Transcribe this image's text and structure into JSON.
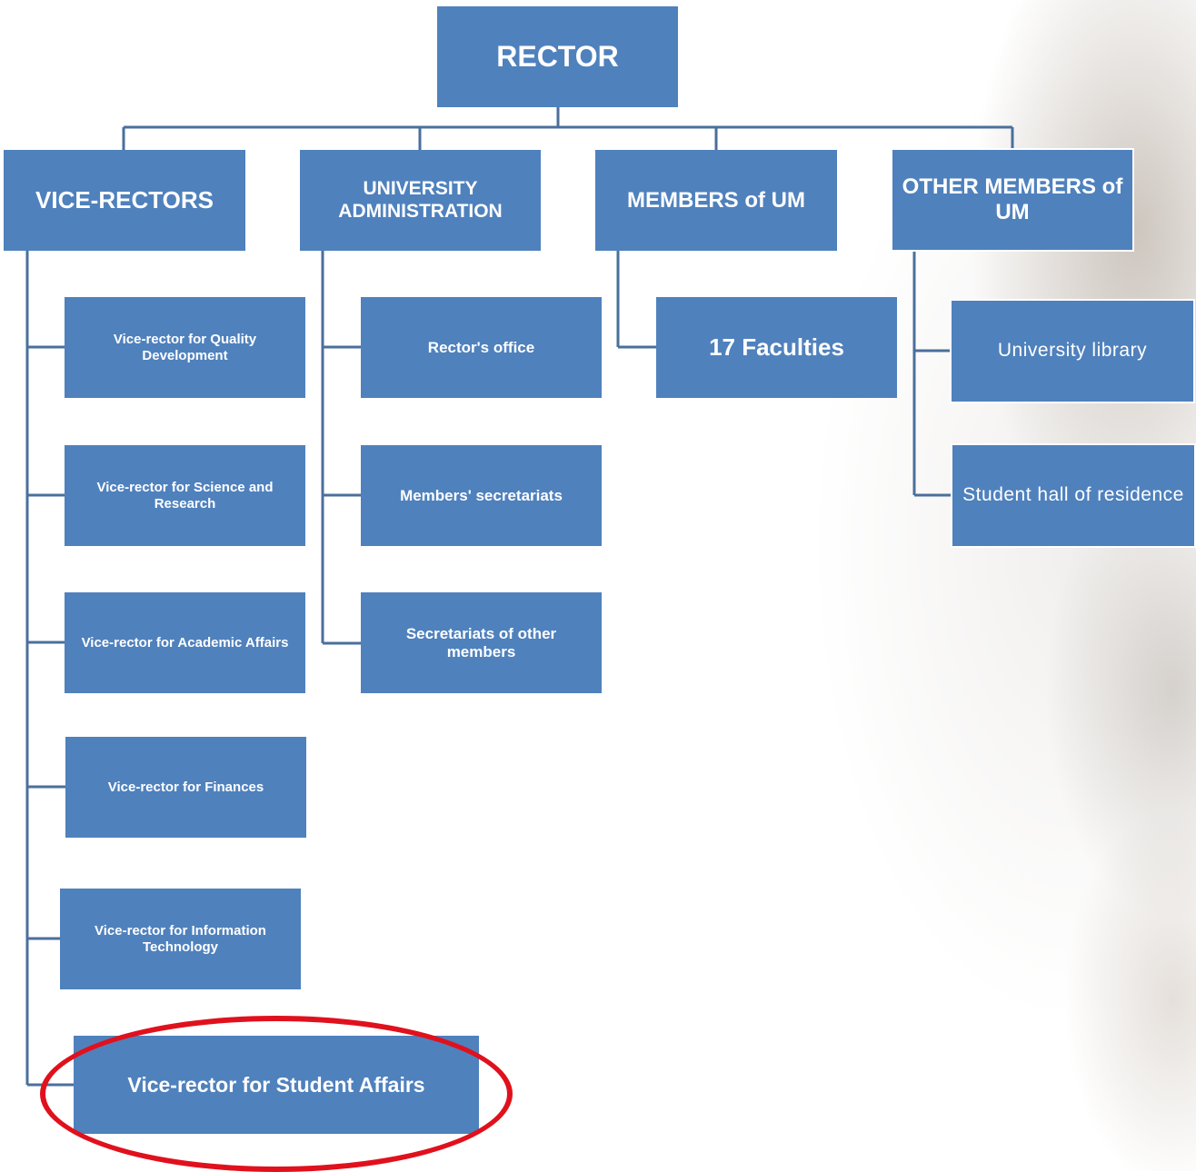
{
  "top": {
    "label": "RECTOR"
  },
  "columns": {
    "vice_rectors": {
      "label": "VICE-RECTORS",
      "items": [
        "Vice-rector for Quality Development",
        "Vice-rector for Science and Research",
        "Vice-rector for Academic Affairs",
        "Vice-rector for Finances",
        "Vice-rector for Information Technology",
        "Vice-rector for Student Affairs"
      ]
    },
    "administration": {
      "label": "UNIVERSITY ADMINISTRATION",
      "items": [
        "Rector's office",
        "Members' secretariats",
        "Secretariats of other members"
      ]
    },
    "members": {
      "label": "MEMBERS of UM",
      "items": [
        "17 Faculties"
      ]
    },
    "other_members": {
      "label": "OTHER MEMBERS of UM",
      "items": [
        "University library",
        "Student hall of residence"
      ]
    }
  },
  "highlighted_item": "Vice-rector for Student Affairs",
  "colors": {
    "box_fill": "#4f81bd",
    "connector": "#4a6f9c",
    "highlight_ring": "#e0111d",
    "text": "#ffffff"
  }
}
